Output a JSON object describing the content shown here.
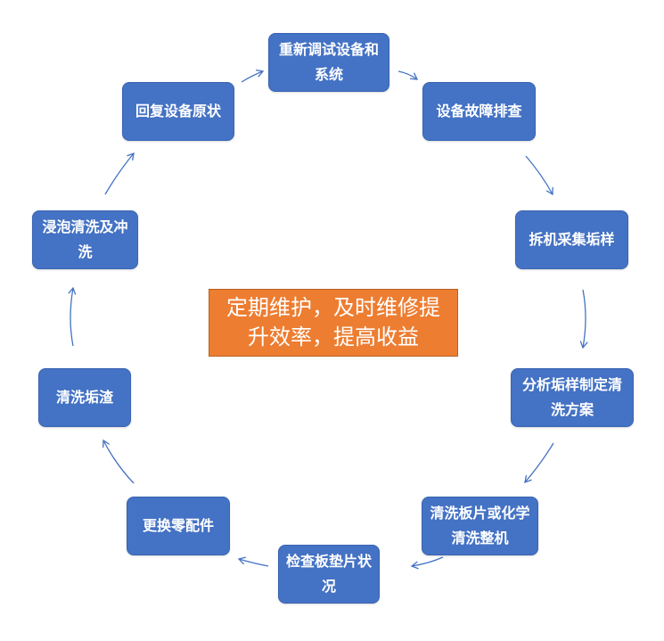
{
  "colors": {
    "node_fill": "#4472c4",
    "center_fill": "#ed7d31",
    "arrow": "#4472c4"
  },
  "center": {
    "text": "定期维护，及时维修提升效率，提高收益"
  },
  "nodes": [
    {
      "id": "retune",
      "label": "重新调试设备和系统"
    },
    {
      "id": "inspect",
      "label": "设备故障排查"
    },
    {
      "id": "sample",
      "label": "拆机采集垢样"
    },
    {
      "id": "analyze",
      "label": "分析垢样制定清洗方案"
    },
    {
      "id": "clean_plate",
      "label": "清洗板片或化学清洗整机"
    },
    {
      "id": "check_gasket",
      "label": "检查板垫片状况"
    },
    {
      "id": "replace_parts",
      "label": "更换零配件"
    },
    {
      "id": "clean_scale",
      "label": "清洗垢渣"
    },
    {
      "id": "soak_rinse",
      "label": "浸泡清洗及冲洗"
    },
    {
      "id": "restore",
      "label": "回复设备原状"
    }
  ]
}
